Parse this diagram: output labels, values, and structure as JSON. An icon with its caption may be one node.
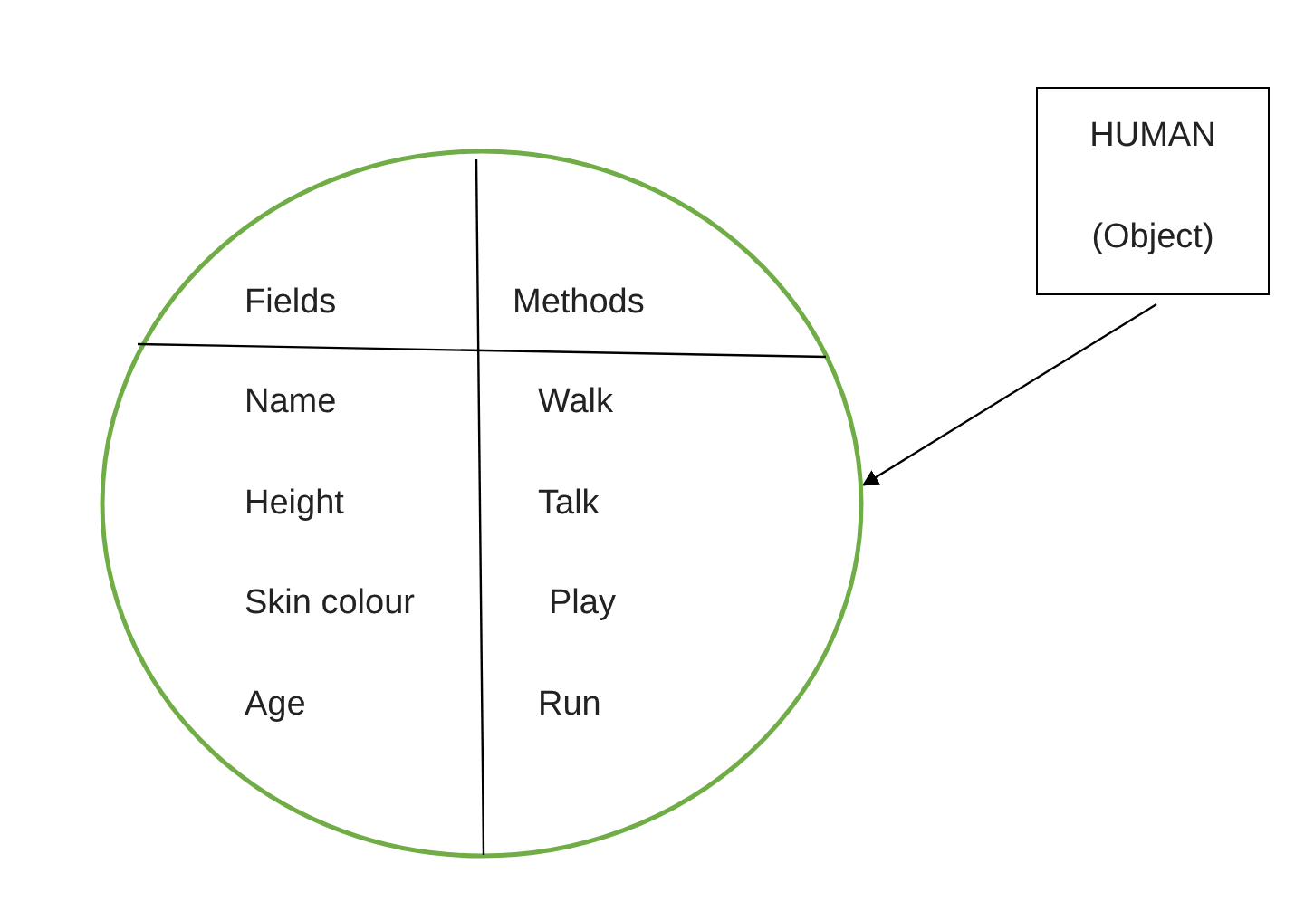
{
  "diagram": {
    "nodes": [
      {
        "text": [
          "Fields",
          "Methods",
          "Name",
          "Walk",
          "Height",
          "Talk",
          "Skin colour",
          "Play",
          "Age",
          "Run"
        ]
      },
      {
        "text": [
          "HUMAN",
          "(Object)"
        ]
      }
    ],
    "edges": [
      {
        "from": 1,
        "to": 0,
        "arrow": "to"
      }
    ]
  }
}
